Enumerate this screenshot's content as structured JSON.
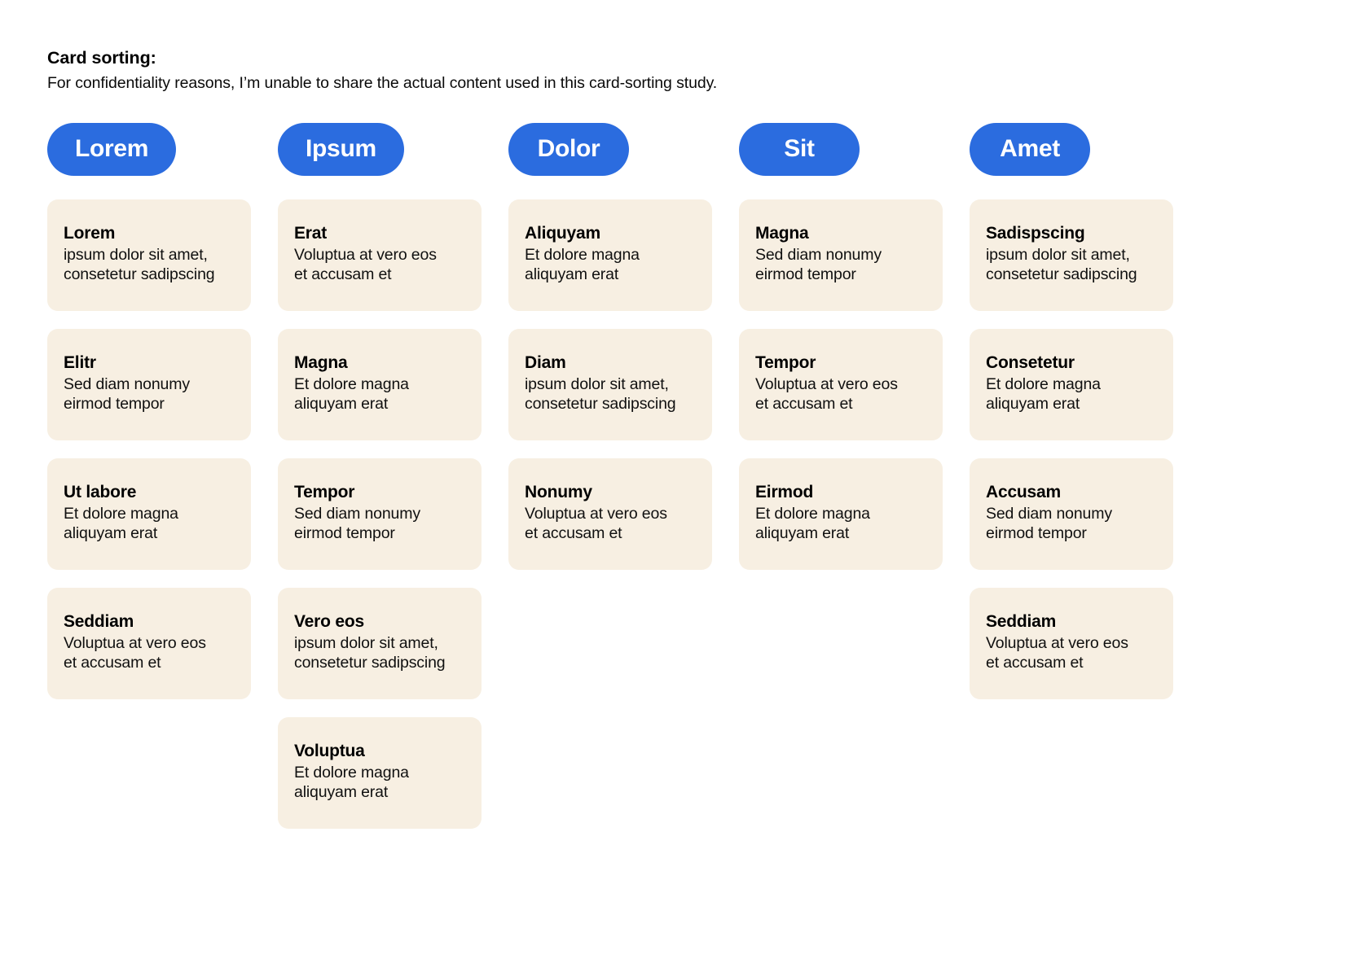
{
  "header": {
    "title": "Card sorting:",
    "subtitle": "For confidentiality reasons, I’m unable to share the actual content used in this card-sorting study."
  },
  "theme": {
    "pill_color": "#2b6cdf",
    "card_color": "#f7efe2",
    "page_background": "#ffffff",
    "text_color": "#000000"
  },
  "board": {
    "columns": [
      {
        "label": "Lorem",
        "cards": [
          {
            "title": "Lorem",
            "desc": "ipsum dolor sit amet,\nconsetetur sadipscing"
          },
          {
            "title": "Elitr",
            "desc": "Sed diam nonumy\neirmod tempor"
          },
          {
            "title": "Ut labore",
            "desc": "Et dolore magna\naliquyam erat"
          },
          {
            "title": "Seddiam",
            "desc": "Voluptua at vero eos\net accusam et"
          }
        ]
      },
      {
        "label": "Ipsum",
        "cards": [
          {
            "title": "Erat",
            "desc": "Voluptua at vero eos\net accusam et"
          },
          {
            "title": "Magna",
            "desc": "Et dolore magna\naliquyam erat"
          },
          {
            "title": "Tempor",
            "desc": "Sed diam nonumy\neirmod tempor"
          },
          {
            "title": "Vero eos",
            "desc": "ipsum dolor sit amet,\nconsetetur sadipscing"
          },
          {
            "title": "Voluptua",
            "desc": "Et dolore magna\naliquyam erat"
          }
        ]
      },
      {
        "label": "Dolor",
        "cards": [
          {
            "title": "Aliquyam",
            "desc": "Et dolore magna\naliquyam erat"
          },
          {
            "title": "Diam",
            "desc": "ipsum dolor sit amet,\nconsetetur sadipscing"
          },
          {
            "title": "Nonumy",
            "desc": "Voluptua at vero eos\net accusam et"
          }
        ]
      },
      {
        "label": "Sit",
        "cards": [
          {
            "title": "Magna",
            "desc": "Sed diam nonumy\neirmod tempor"
          },
          {
            "title": "Tempor",
            "desc": "Voluptua at vero eos\net accusam et"
          },
          {
            "title": "Eirmod",
            "desc": "Et dolore magna\naliquyam erat"
          }
        ]
      },
      {
        "label": "Amet",
        "cards": [
          {
            "title": "Sadispscing",
            "desc": "ipsum dolor sit amet,\nconsetetur sadipscing"
          },
          {
            "title": "Consetetur",
            "desc": "Et dolore magna\naliquyam erat"
          },
          {
            "title": "Accusam",
            "desc": "Sed diam nonumy\neirmod tempor"
          },
          {
            "title": "Seddiam",
            "desc": "Voluptua at vero eos\net accusam et"
          }
        ]
      }
    ]
  }
}
